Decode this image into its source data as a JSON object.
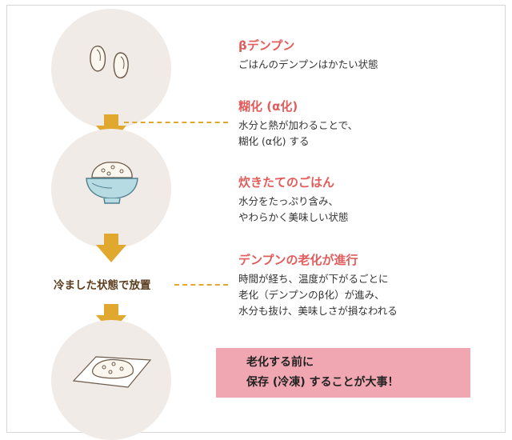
{
  "steps": [
    {
      "title": "βデンプン",
      "lines": [
        "ごはんのデンプンはかたい状態"
      ]
    },
    {
      "title": "糊化 (α化)",
      "lines": [
        "水分と熱が加わることで、",
        "糊化 (α化) する"
      ]
    },
    {
      "title": "炊きたてのごはん",
      "lines": [
        "水分をたっぷり含み、",
        "やわらかく美味しい状態"
      ]
    },
    {
      "title": "デンプンの老化が進行",
      "lines": [
        "時間が経ち、温度が下がるごとに",
        "老化（デンプンのβ化）が進み、",
        "水分も抜け、美味しさが損なわれる"
      ]
    }
  ],
  "side_label": "冷ました状態で放置",
  "callout": {
    "line1": "老化する前に",
    "line2": "保存 (冷凍) することが大事！"
  },
  "colors": {
    "circle": "#f1ebe7",
    "arrow": "#e0a82e",
    "title_red": "#e25c5c",
    "callout_bg": "#f0a7b1",
    "side_label": "#5a3d1e"
  },
  "icons": [
    "rice-grains-icon",
    "rice-bowl-icon",
    "rice-on-wrap-icon",
    "arrow-down-icon"
  ]
}
